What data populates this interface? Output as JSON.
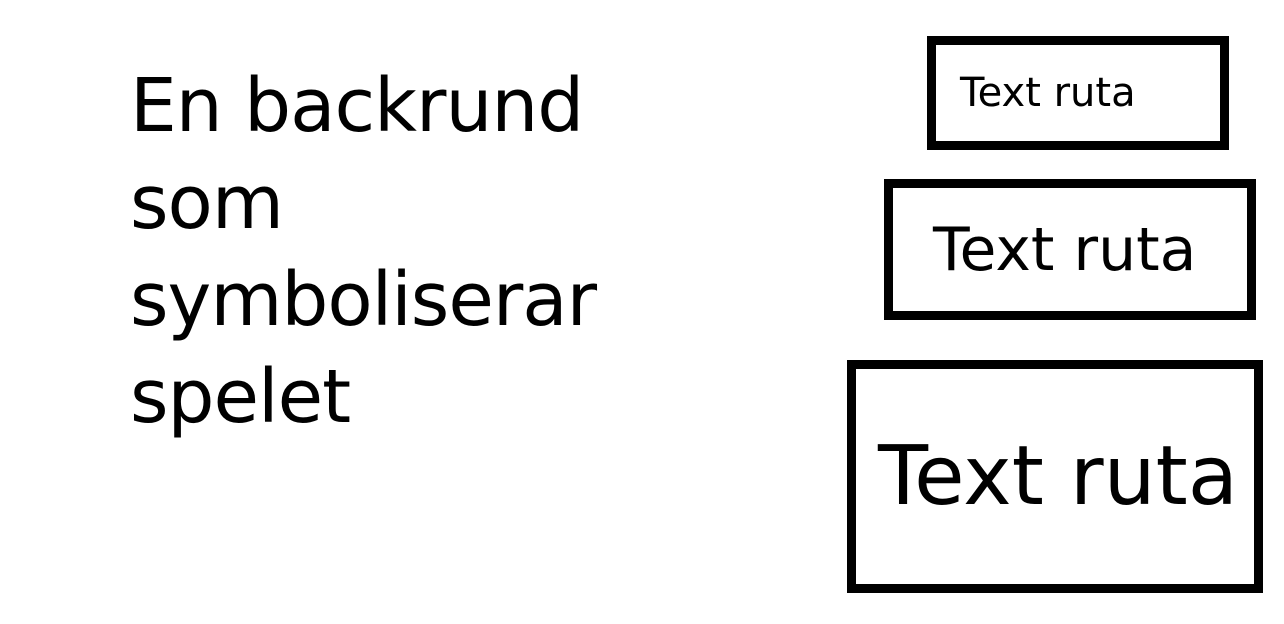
{
  "background_label": {
    "lines": [
      "En backrund",
      "som",
      "symboliserar",
      "spelet"
    ]
  },
  "text_boxes": [
    {
      "label": "Text ruta"
    },
    {
      "label": "Text ruta"
    },
    {
      "label": "Text ruta"
    }
  ]
}
